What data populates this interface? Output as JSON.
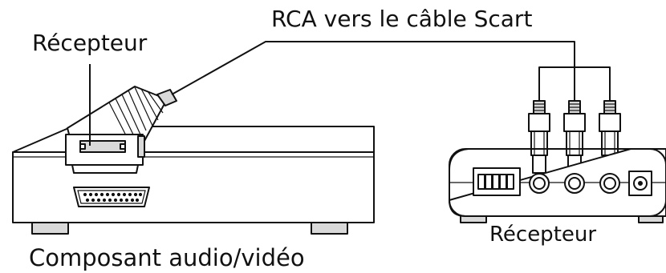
{
  "labels": {
    "cable": "RCA vers le câble Scart",
    "left_receiver": "Récepteur",
    "right_receiver": "Récepteur",
    "av_component": "Composant audio/vidéo"
  },
  "colors": {
    "line": "#111111",
    "fill_light": "#d9d9d9",
    "background": "#ffffff"
  },
  "rca_plug_count": 3,
  "dip_switch_count": 5
}
